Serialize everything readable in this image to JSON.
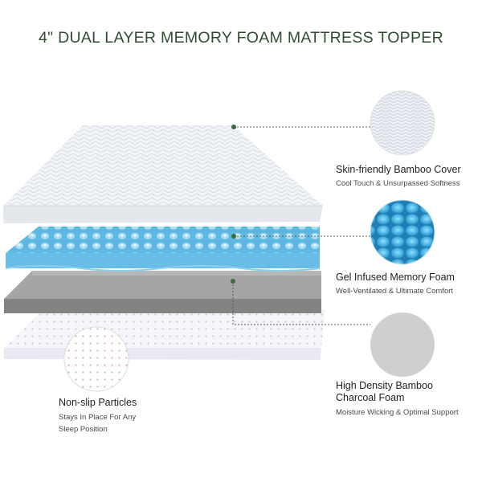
{
  "title": "4\" DUAL LAYER MEMORY FOAM MATTRESS TOPPER",
  "layers": [
    {
      "name": "Skin-friendly Bamboo Cover",
      "subtitle": "Cool Touch & Unsurpassed Softness"
    },
    {
      "name": "Gel Infused Memory Foam",
      "subtitle": "Well-Ventilated & Ultimate Comfort"
    },
    {
      "name_line1": "High Density Bamboo",
      "name_line2": "Charcoal Foam",
      "subtitle": "Moisture Wicking & Optimal Support"
    },
    {
      "name": "Non-slip Particles",
      "subtitle_line1": "Stays In Place For Any",
      "subtitle_line2": "Sleep Position"
    }
  ],
  "colors": {
    "title": "#2f4d32",
    "connector_dot": "#3c6a3a",
    "gel_foam": "#6ec3e6",
    "charcoal_foam": "#8f8f8f",
    "cover": "#f1f3f6"
  }
}
